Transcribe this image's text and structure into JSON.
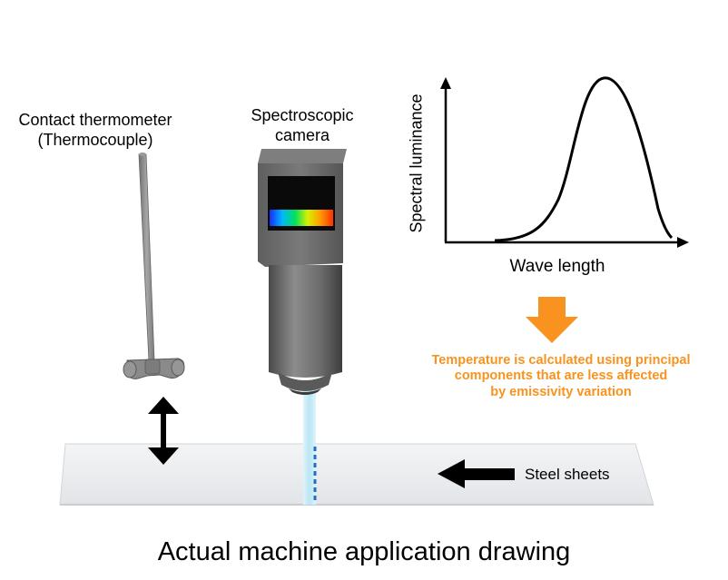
{
  "labels": {
    "thermometer_line1": "Contact thermometer",
    "thermometer_line2": "(Thermocouple)",
    "camera_line1": "Spectroscopic",
    "camera_line2": "camera",
    "y_axis": "Spectral luminance",
    "x_axis": "Wave length",
    "note_line1": "Temperature is calculated using principal",
    "note_line2": "components that are less affected",
    "note_line3": "by emissivity variation",
    "steel": "Steel sheets",
    "caption": "Actual machine application drawing"
  },
  "colors": {
    "accent_orange": "#f7931e",
    "rod_gray": "#888888",
    "camera_body": "#666666",
    "sheet": "#eef0f2",
    "measure_dash": "#1f6fc4"
  }
}
